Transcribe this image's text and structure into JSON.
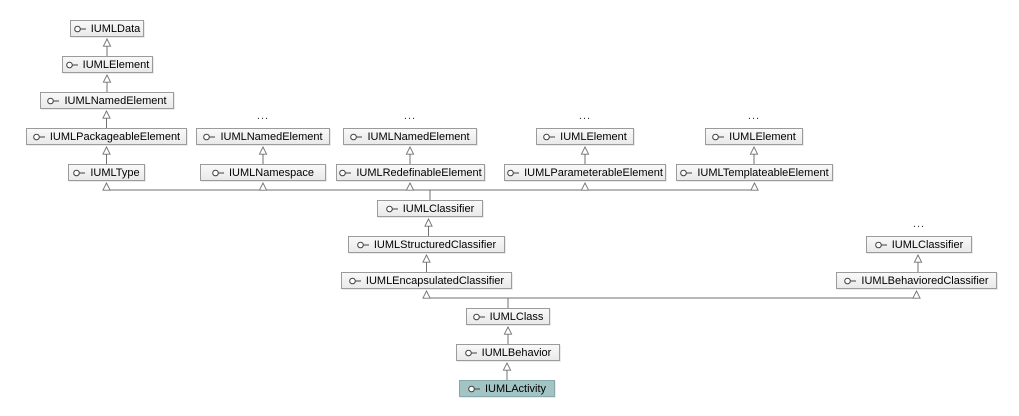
{
  "diagram": {
    "type": "interface-inheritance-diagram",
    "highlighted_node": "IUMLActivity",
    "ellipsis": "...",
    "icon": "interface-lollipop-icon",
    "colors": {
      "node_background": "#efefef",
      "node_border": "#9b9b9b",
      "highlight_background": "#a2c4c4",
      "connector_line": "#707070"
    },
    "nodes": [
      {
        "label": "IUMLData"
      },
      {
        "label": "IUMLElement"
      },
      {
        "label": "IUMLNamedElement"
      },
      {
        "label": "IUMLPackageableElement"
      },
      {
        "label": "IUMLNamedElement",
        "ellipsis_above": true
      },
      {
        "label": "IUMLNamedElement",
        "ellipsis_above": true
      },
      {
        "label": "IUMLElement",
        "ellipsis_above": true
      },
      {
        "label": "IUMLElement",
        "ellipsis_above": true
      },
      {
        "label": "IUMLType"
      },
      {
        "label": "IUMLNamespace"
      },
      {
        "label": "IUMLRedefinableElement"
      },
      {
        "label": "IUMLParameterableElement"
      },
      {
        "label": "IUMLTemplateableElement"
      },
      {
        "label": "IUMLClassifier"
      },
      {
        "label": "IUMLStructuredClassifier"
      },
      {
        "label": "IUMLClassifier",
        "ellipsis_above": true
      },
      {
        "label": "IUMLEncapsulatedClassifier"
      },
      {
        "label": "IUMLBehavioredClassifier"
      },
      {
        "label": "IUMLClass"
      },
      {
        "label": "IUMLBehavior"
      },
      {
        "label": "IUMLActivity",
        "highlighted": true
      }
    ],
    "edges": [
      {
        "from": 1,
        "to": [
          0
        ]
      },
      {
        "from": 2,
        "to": [
          1
        ]
      },
      {
        "from": 3,
        "to": [
          2
        ]
      },
      {
        "from": 8,
        "to": [
          3
        ]
      },
      {
        "from": 9,
        "to": [
          4
        ]
      },
      {
        "from": 10,
        "to": [
          5
        ]
      },
      {
        "from": 11,
        "to": [
          6
        ]
      },
      {
        "from": 12,
        "to": [
          7
        ]
      },
      {
        "from": 13,
        "to": [
          8,
          9,
          10,
          11,
          12
        ]
      },
      {
        "from": 14,
        "to": [
          13
        ]
      },
      {
        "from": 16,
        "to": [
          14
        ]
      },
      {
        "from": 17,
        "to": [
          15
        ]
      },
      {
        "from": 18,
        "to": [
          16,
          17
        ]
      },
      {
        "from": 19,
        "to": [
          18
        ]
      },
      {
        "from": 20,
        "to": [
          19
        ]
      }
    ]
  }
}
